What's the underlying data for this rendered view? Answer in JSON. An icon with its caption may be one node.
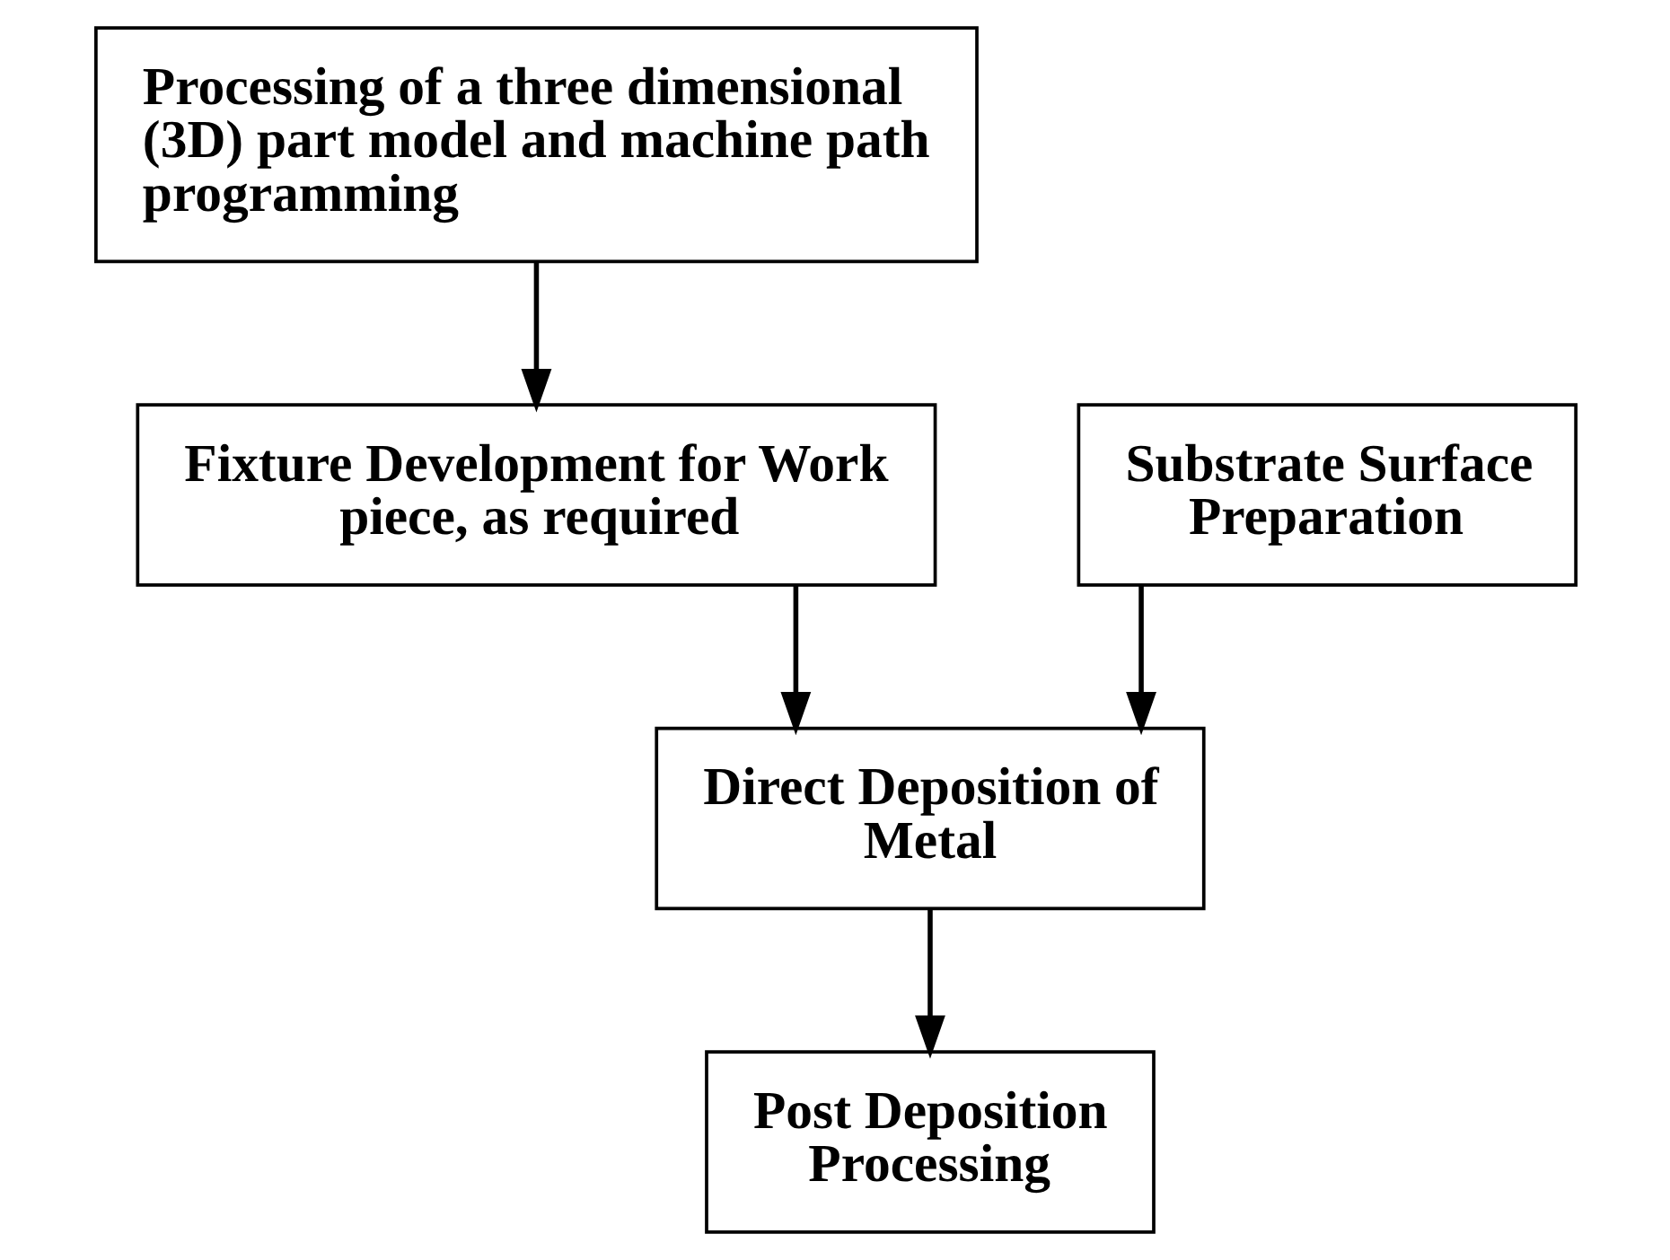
{
  "diagram": {
    "nodes": [
      {
        "text": [
          "Processing of a three dimensional (3D) part model and machine path programming"
        ]
      },
      {
        "text": [
          "Fixture Development for Work piece, as required"
        ]
      },
      {
        "text": [
          "Substrate Surface Preparation"
        ]
      },
      {
        "text": [
          "Direct Deposition of Metal"
        ]
      },
      {
        "text": [
          "Post Deposition Processing"
        ]
      }
    ],
    "edges": [
      {
        "from": 0,
        "to": 1,
        "arrow": "to"
      },
      {
        "from": 1,
        "to": 3,
        "arrow": "to"
      },
      {
        "from": 2,
        "to": 3,
        "arrow": "to"
      },
      {
        "from": 3,
        "to": 4,
        "arrow": "to"
      }
    ]
  }
}
